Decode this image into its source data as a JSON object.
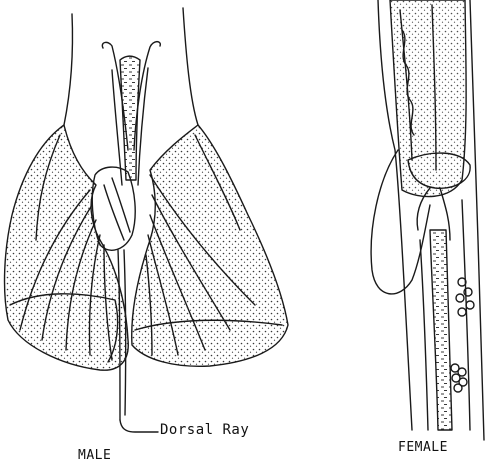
{
  "labels": {
    "dorsal_ray": "Dorsal Ray",
    "male": "MALE",
    "female": "FEMALE"
  },
  "colors": {
    "ink": "#1a1a1a",
    "paper": "#ffffff"
  }
}
